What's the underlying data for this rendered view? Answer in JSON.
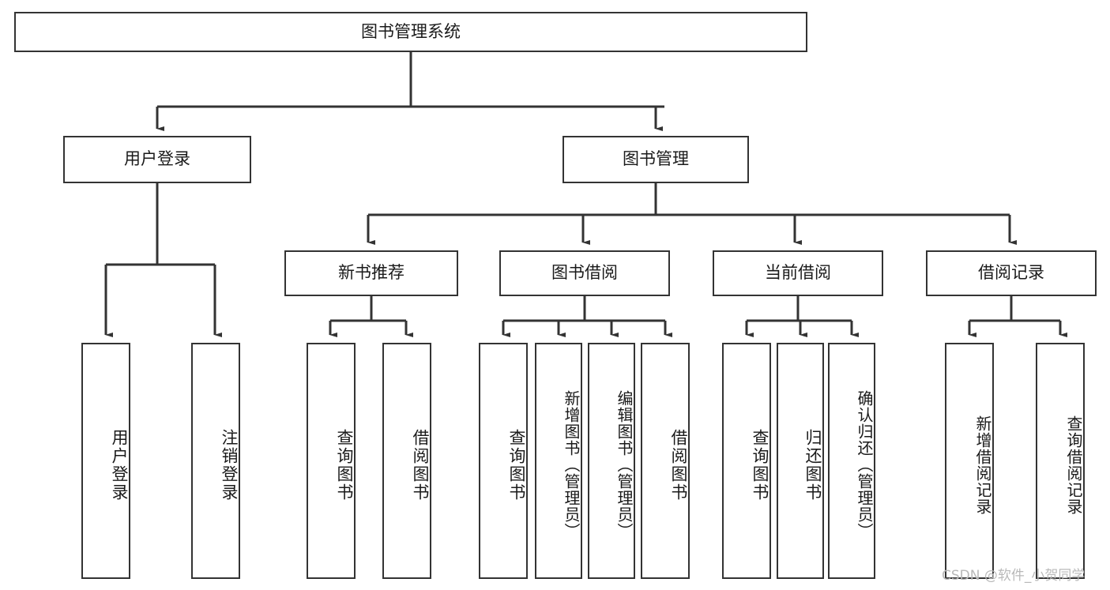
{
  "diagram": {
    "title": "图书管理系统",
    "type": "hierarchy-tree",
    "watermark": "CSDN @软件_小贺同学",
    "colors": {
      "stroke": "#333333",
      "fill": "#ffffff",
      "text": "#1a1a1a",
      "watermark": "#b9b9b9"
    },
    "root": {
      "label": "图书管理系统"
    },
    "level1": [
      {
        "label": "用户登录"
      },
      {
        "label": "图书管理"
      }
    ],
    "level2": [
      {
        "label": "新书推荐"
      },
      {
        "label": "图书借阅"
      },
      {
        "label": "当前借阅"
      },
      {
        "label": "借阅记录"
      }
    ],
    "leaves": {
      "user_login": [
        {
          "label": "用户登录"
        },
        {
          "label": "注销登录"
        }
      ],
      "new_book_recommend": [
        {
          "label": "查询图书"
        },
        {
          "label": "借阅图书"
        }
      ],
      "book_borrow": [
        {
          "label": "查询图书"
        },
        {
          "label": "新增图书（管理员）"
        },
        {
          "label": "编辑图书（管理员）"
        },
        {
          "label": "借阅图书"
        }
      ],
      "current_borrow": [
        {
          "label": "查询图书"
        },
        {
          "label": "归还图书"
        },
        {
          "label": "确认归还（管理员）"
        }
      ],
      "borrow_record": [
        {
          "label": "新增借阅记录"
        },
        {
          "label": "查询借阅记录"
        }
      ]
    }
  }
}
